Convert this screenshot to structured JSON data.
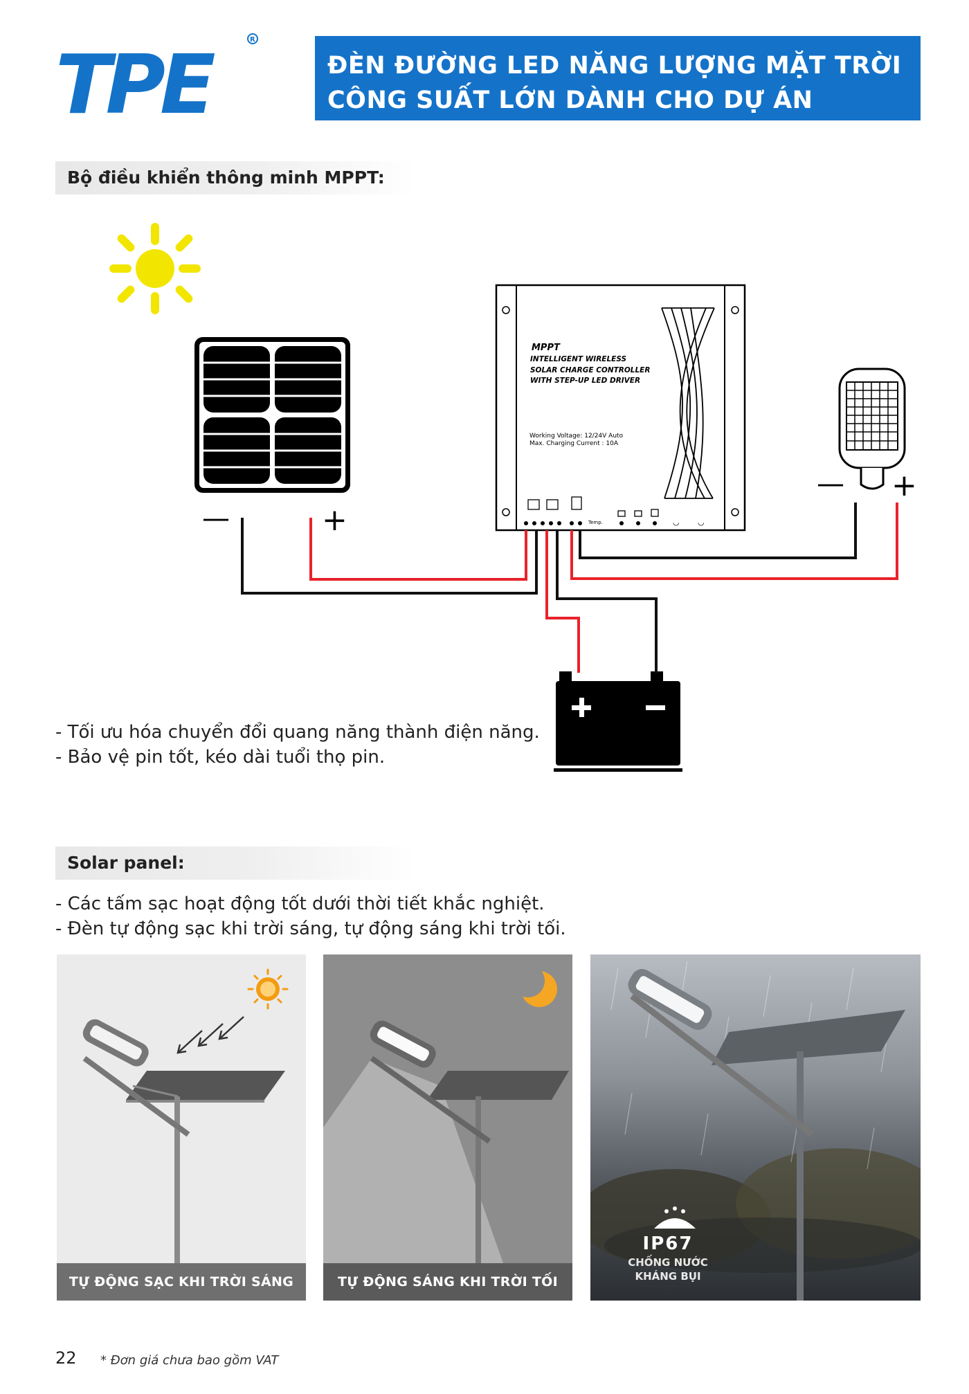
{
  "header": {
    "brand": "TPE",
    "title_line1": "ĐÈN ĐƯỜNG LED NĂNG LƯỢNG MẶT TRỜI",
    "title_line2": "CÔNG SUẤT LỚN DÀNH CHO DỰ ÁN",
    "accent_color": "#1473c9"
  },
  "mppt": {
    "heading": "Bộ điều khiển thông minh MPPT:",
    "controller": {
      "line1": "MPPT",
      "line2": "INTELLIGENT WIRELESS",
      "line3": "SOLAR CHARGE CONTROLLER",
      "line4": "WITH STEP-UP LED DRIVER",
      "spec1": "Working Voltage: 12/24V Auto",
      "spec2": "Max. Charging Current : 10A",
      "temp": "Temp."
    },
    "panel_minus": "—",
    "panel_plus": "+",
    "lamp_minus": "—",
    "lamp_plus": "+",
    "bullets": [
      "- Tối ưu hóa chuyển đổi quang năng thành điện năng.",
      "- Bảo vệ pin tốt, kéo dài tuổi thọ pin."
    ],
    "wire_colors": {
      "positive": "#e8232a",
      "negative": "#111111"
    }
  },
  "solar": {
    "heading": "Solar panel:",
    "bullets": [
      "- Các tấm sạc hoạt động tốt dưới thời tiết khắc nghiệt.",
      "- Đèn tự động sạc khi trời sáng, tự động sáng khi trời tối."
    ],
    "photos": [
      {
        "caption": "TỰ ĐỘNG SẠC KHI TRỜI SÁNG"
      },
      {
        "caption": "TỰ ĐỘNG SÁNG KHI TRỜI TỐI"
      },
      {
        "badge_code": "IP67",
        "badge_line1": "CHỐNG NƯỚC",
        "badge_line2": "KHÁNG BỤI"
      }
    ]
  },
  "footer": {
    "page_number": "22",
    "note": "* Đơn giá chưa bao gồm VAT"
  }
}
